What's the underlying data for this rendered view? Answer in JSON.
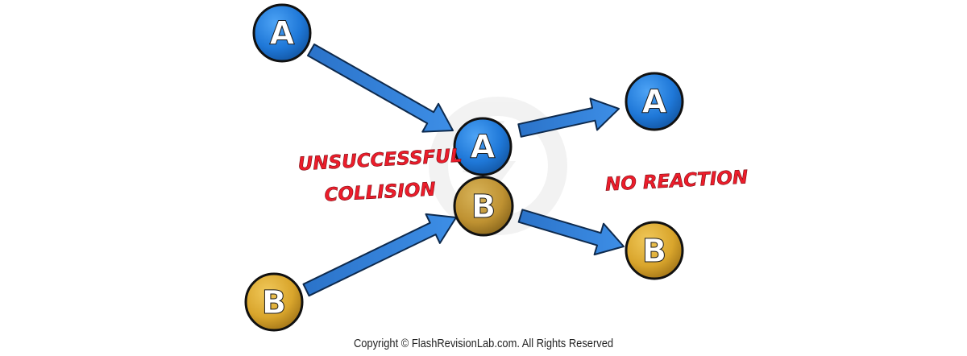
{
  "particles": {
    "a_label": "A",
    "b_label": "B"
  },
  "labels": {
    "unsuccessful_line1": "UNSUCCESSFUL",
    "unsuccessful_line2": "COLLISION",
    "no_reaction": "NO REACTION"
  },
  "footer": {
    "copyright": "Copyright © FlashRevisionLab.com. All Rights Reserved"
  },
  "colors": {
    "particle_a": "#1f78d8",
    "particle_b": "#d9a52c",
    "arrow": "#2f7fd8",
    "label": "#ec1d2b"
  }
}
